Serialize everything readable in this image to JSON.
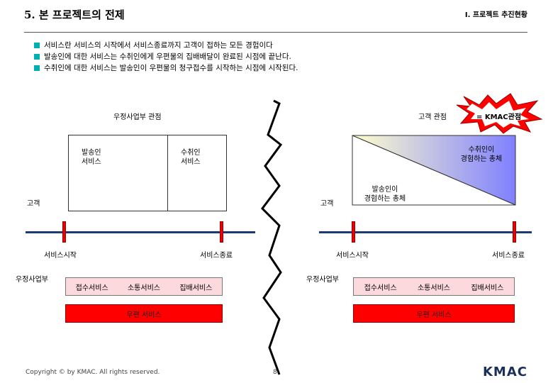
{
  "header": {
    "title": "5. 본 프로젝트의 전제",
    "section": "I. 프로젝트 추진현황"
  },
  "bullets": [
    "서비스란 서비스의 시작에서 서비스종료까지 고객이 접하는 모든 경험이다",
    "발송인에 대한 서비스는 수취인에게 우편물의 집배배달이 완료된 시점에 끝난다.",
    "수취인에 대한 서비스는 발송인이 우편물의 청구접수를 시작하는 시점에 시작된다."
  ],
  "left": {
    "view_title": "우정사업부 관점",
    "sender_box": "발송인\n서비스",
    "receiver_box": "수취인\n서비스",
    "customer": "고객",
    "start": "서비스시작",
    "end": "서비스종료",
    "org": "우정사업부",
    "services": [
      "접수서비스",
      "소통서비스",
      "집배서비스"
    ],
    "postal": "우편 서비스"
  },
  "right": {
    "view_title": "고객 관점",
    "burst_text": "= KMAC관점",
    "receiver_exp": "수취인이\n경험하는 총체",
    "sender_exp": "발송인이\n경험하는 총체",
    "customer": "고객",
    "start": "서비스시작",
    "end": "서비스종료",
    "org": "우정사업부",
    "services": [
      "접수서비스",
      "소통서비스",
      "집배서비스"
    ],
    "postal": "우편 서비스"
  },
  "footer": {
    "copyright": "Copyright © by KMAC. All rights reserved.",
    "page": "8",
    "logo": "KMAC"
  },
  "colors": {
    "bullet": "#00b0b0",
    "timeline": "#1a3a7a",
    "marker": "#ff0000",
    "service_box": "#fbd9dc",
    "postal_bar": "#ff0000",
    "gradient_from": "#ffffcc",
    "gradient_to": "#8080ff"
  }
}
